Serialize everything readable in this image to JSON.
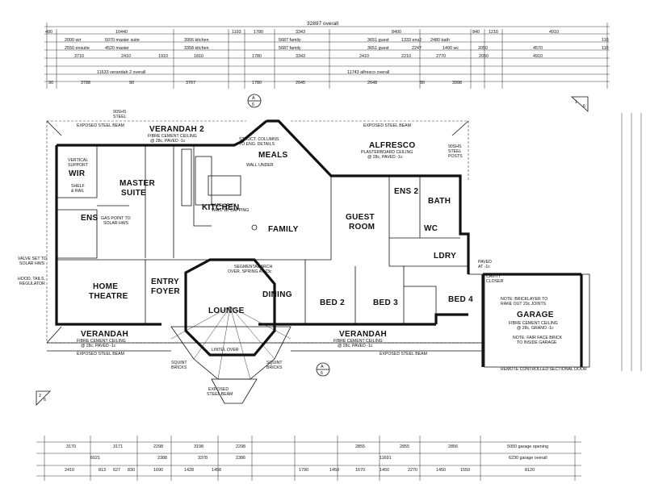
{
  "overall": {
    "top_overall": "32897 overall",
    "verandah_overall": "11633 verandah 2 overall",
    "alfresco_overall": "11743 alfresco overall"
  },
  "dims": {
    "top_row1": [
      "480",
      "10440",
      "1193",
      "1780",
      "3343",
      "8400",
      "840",
      "1210",
      "4910"
    ],
    "top_row2": [
      "2000 wir",
      "5070 master suite",
      "3956 kitchen",
      "5687 family",
      "3651 guest",
      "1333 ens2",
      "2480 bath",
      "110"
    ],
    "top_row3": [
      "2550 ensuite",
      "4520 master",
      "3358 kitchen",
      "5687 family",
      "3651 guest",
      "2247",
      "1490 wc",
      "2050",
      "4570",
      "110"
    ],
    "top_row4": [
      "3710",
      "2410",
      "1910",
      "1810",
      "1780",
      "3343",
      "2410",
      "2210",
      "2770",
      "2050",
      "4910"
    ],
    "top_row5": [
      "90",
      "3788",
      "90",
      "3767",
      "1780",
      "2645",
      "2648",
      "90",
      "3998"
    ],
    "bottom_row1": [
      "3170",
      "3171",
      "2298",
      "3198",
      "2298",
      "2855",
      "2855",
      "2856",
      "5050 garage opening"
    ],
    "bottom_row2": [
      "6021",
      "2388",
      "3378",
      "2386",
      "11691",
      "6230 garage overall"
    ],
    "bottom_row3": [
      "2410",
      "813",
      "627",
      "830",
      "1690",
      "1428",
      "1458",
      "1790",
      "1450",
      "1670",
      "1450",
      "2270",
      "1450",
      "1550",
      "8120"
    ]
  },
  "rooms": {
    "verandah2": "VERANDAH 2",
    "alfresco": "ALFRESCO",
    "meals": "MEALS",
    "kitchen": "KITCHEN",
    "family": "FAMILY",
    "master_suite": "MASTER\nSUITE",
    "wir": "WIR",
    "ens": "ENS",
    "guest_room": "GUEST\nROOM",
    "ens2": "ENS 2",
    "bath": "BATH",
    "wc": "WC",
    "ldry": "LDRY",
    "home_theatre": "HOME\nTHEATRE",
    "entry_foyer": "ENTRY\nFOYER",
    "lounge": "LOUNGE",
    "dining": "DINING",
    "bed2": "BED 2",
    "bed3": "BED 3",
    "bed4": "BED 4",
    "garage": "GARAGE",
    "verandah": "VERANDAH",
    "verandah_lower": "VERANDAH"
  },
  "notes": {
    "exposed_beam_top": "EXPOSED STEEL BEAM",
    "exposed_beam_top2": "EXPOSED STEEL BEAM",
    "exposed_beam_bottom": "EXPOSED STEEL BEAM",
    "exposed_beam_bottom2": "EXPOSED STEEL BEAM",
    "verandah2_ceiling": "FIBRE CEMENT CEILING",
    "verandah2_paved": "@ 28c, PAVED -1c",
    "alfresco_ceiling": "PLASTERBOARD CEILING",
    "alfresco_paved": "@ 28c, PAVED -1c",
    "verandah_ceiling": "FIBRE CEMENT CEILING",
    "verandah_paved": "@ 28c, PAVED -1c",
    "verandah_lower_ceiling": "FIBRE CEMENT CEILING",
    "verandah_lower_paved": "@ 28c, PAVED -1c",
    "garage_ceiling": "FIBRE CEMENT CEILING",
    "garage_paved": "@ 28c, GRANO -1c",
    "garage_door": "REMOTE CONTROLLED SECTIONAL DOOR",
    "garage_brick": "NOTE: FAIR FACE BRICK",
    "garage_brick2": "TO INSIDE GARAGE",
    "bricklayer": "NOTE: BRICKLAYER TO",
    "bricklayer2": "RAKE OUT 20c JOINTS",
    "struct_cols": "STRUCT. COLUMNS",
    "struct_cols2": "TO ENG. DETAILS",
    "face_brick": "FACE BRICK",
    "face_brick2": "WALL W/ CAPPING",
    "segmental": "SEGMENTAL ARCH",
    "segmental2": "OVER, SPRING AT 23c",
    "exposed_beam_lounge": "EXPOSED",
    "exposed_beam_lounge2": "STEEL BEAM",
    "lintel": "LINTEL OVER",
    "gas_point": "GAS POINT TO",
    "gas_point2": "SOLAR HWS",
    "valve": "VALVE SET TO",
    "valve2": "SOLAR HWS",
    "hood": "HOOD, TAILS,",
    "hood2": "REGULATOR",
    "cavity": "CAVITY",
    "cavity2": "CLOSER",
    "paved": "PAVED",
    "paved2": "AT -1c",
    "squint": "SQUINT",
    "squint2": "BRICKS",
    "steel_posts": "90SHS\nSTEEL\nPOSTS",
    "vertical_support": "VERTICAL\nSUPPORT",
    "shelf_rail": "SHELF\n& RAIL",
    "wall_under": "WALL UNDER"
  },
  "grid": {
    "a_top": "A",
    "a_top_num": "6",
    "a_bot": "A",
    "a_bot_num": "6",
    "n_topright": "1",
    "n_topright2": "6",
    "n_botleft": "2",
    "n_botleft2": "6"
  }
}
